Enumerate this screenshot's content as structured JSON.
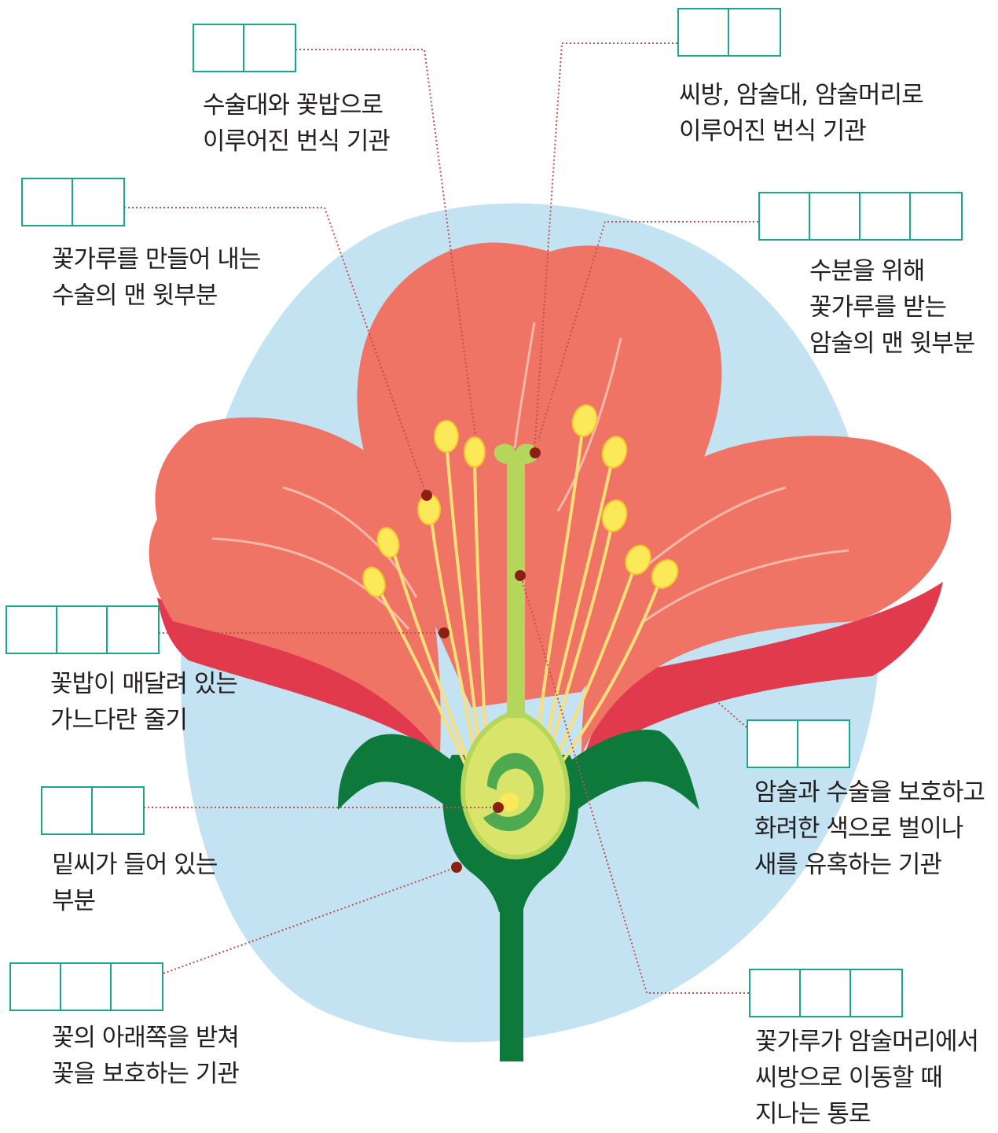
{
  "labels": [
    {
      "id": "stamen",
      "cells": 2,
      "lines": [
        "수술대와 꽃밥으로",
        "이루어진 번식 기관"
      ]
    },
    {
      "id": "pistil",
      "cells": 2,
      "lines": [
        "씨방, 암술대, 암술머리로",
        "이루어진 번식 기관"
      ]
    },
    {
      "id": "anther",
      "cells": 2,
      "lines": [
        "꽃가루를 만들어 내는",
        "수술의 맨 윗부분"
      ]
    },
    {
      "id": "stigma",
      "cells": 4,
      "lines": [
        "수분을 위해",
        "꽃가루를 받는",
        "암술의 맨 윗부분"
      ]
    },
    {
      "id": "filament",
      "cells": 3,
      "lines": [
        "꽃밥이 매달려 있는",
        "가느다란 줄기"
      ]
    },
    {
      "id": "petal",
      "cells": 2,
      "lines": [
        "암술과 수술을 보호하고",
        "화려한 색으로 벌이나",
        "새를 유혹하는 기관"
      ]
    },
    {
      "id": "ovary",
      "cells": 2,
      "lines": [
        "밑씨가 들어 있는",
        "부분"
      ]
    },
    {
      "id": "sepal",
      "cells": 3,
      "lines": [
        "꽃의 아래쪽을 받쳐",
        "꽃을 보호하는 기관"
      ]
    },
    {
      "id": "style",
      "cells": 3,
      "lines": [
        "꽃가루가 암술머리에서",
        "씨방으로 이동할 때",
        "지나는 통로"
      ]
    }
  ],
  "colors": {
    "box_border": "#1aa58e",
    "background_blob": "#c3e3f3",
    "petal": "#ef7466",
    "petal_dark": "#e13a4c",
    "sepal": "#0d7a3b",
    "anther": "#fce95a",
    "pistil": "#b4d65a",
    "ovary": "#d8e56a",
    "leader_line": "#c0504d",
    "dot": "#8c1f14"
  }
}
